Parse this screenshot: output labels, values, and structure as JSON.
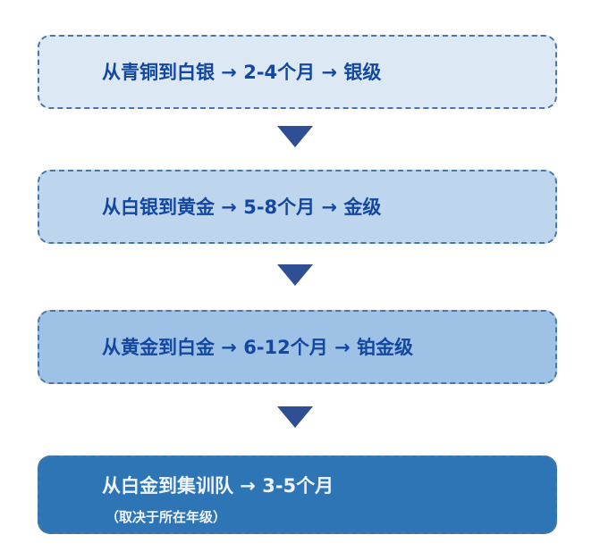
{
  "diagram": {
    "type": "vertical-flow",
    "steps": [
      {
        "label": "从青铜到白银 → 2-4个月 → 银级",
        "fill": "#dde8f5"
      },
      {
        "label": "从白银到黄金 → 5-8个月 → 金级",
        "fill": "#bdd6ee"
      },
      {
        "label": "从黄金到白金 → 6-12个月 → 铂金级",
        "fill": "#9dc2e5"
      },
      {
        "label": "从白金到集训队  → 3-5个月",
        "note": "（取决于所在年级）",
        "fill": "#2e75b6"
      }
    ],
    "connectors": [
      "down-triangle",
      "down-triangle",
      "down-triangle"
    ],
    "colors": {
      "border": "#4a76a8",
      "text_dark": "#1447a0",
      "text_light": "#eef4fb",
      "arrow": "#2f4e93"
    }
  }
}
